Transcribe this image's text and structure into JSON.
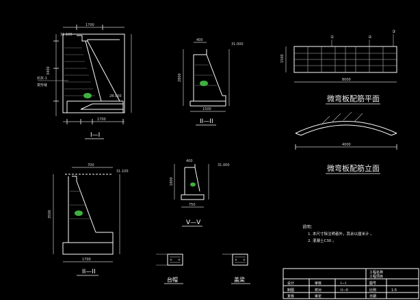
{
  "colors": {
    "background": "#000000",
    "line": "#ffffff",
    "dimension": "#d8d8d8",
    "hatch": "#b0b0b0",
    "title": "#e8e8e8",
    "accent_green": "#3fb03f",
    "titleblock": "#ffffff"
  },
  "drawing": {
    "section_1_label": "I—I",
    "section_2_label": "II—II",
    "section_3_label": "II—II",
    "section_4_label": "V—V",
    "cap_label": "盖梁",
    "cap2_label": "台帽",
    "elev_top_1": "31.180",
    "elev_top_2": "31.000",
    "elev_top_3": "31.100",
    "elev_top_4": "31.000",
    "elev_bottom_1": "28.000",
    "dim_base_1": "1700",
    "dim_base_2": "1500",
    "dim_base_3": "1700",
    "dim_base_4": "750",
    "dim_h_1": "3400",
    "dim_h_2": "2800",
    "dim_h_3": "3500",
    "dim_h_4": "1800",
    "dim_top_1": "1700",
    "dim_top_2": "400",
    "dim_top_3": "700",
    "dim_top_4": "400",
    "note_label_1": "石灰-1",
    "note_label_2": "变形缝"
  },
  "plan": {
    "title": "微弯板配筋平面",
    "elev_title": "微弯板配筋立面",
    "mark_1": "①",
    "mark_2": "②",
    "mark_3": "③",
    "dim_width": "1500",
    "dim_length": "8000",
    "dim_span": "4000"
  },
  "notes": {
    "heading": "说明：",
    "line1": "1. 本尺寸除注明者外，其余以厘米计 。",
    "line2": "2. 混凝土C30 。"
  },
  "titleblock": {
    "project": "工程名称",
    "subproject": "工程项目",
    "row1": [
      "设计",
      "审核",
      "I—I",
      "图号",
      ""
    ],
    "row2": [
      "制图",
      "校对",
      "II—II",
      "比例",
      "1:5"
    ],
    "row3": [
      "复核",
      "审定",
      "",
      "日期",
      ""
    ]
  }
}
